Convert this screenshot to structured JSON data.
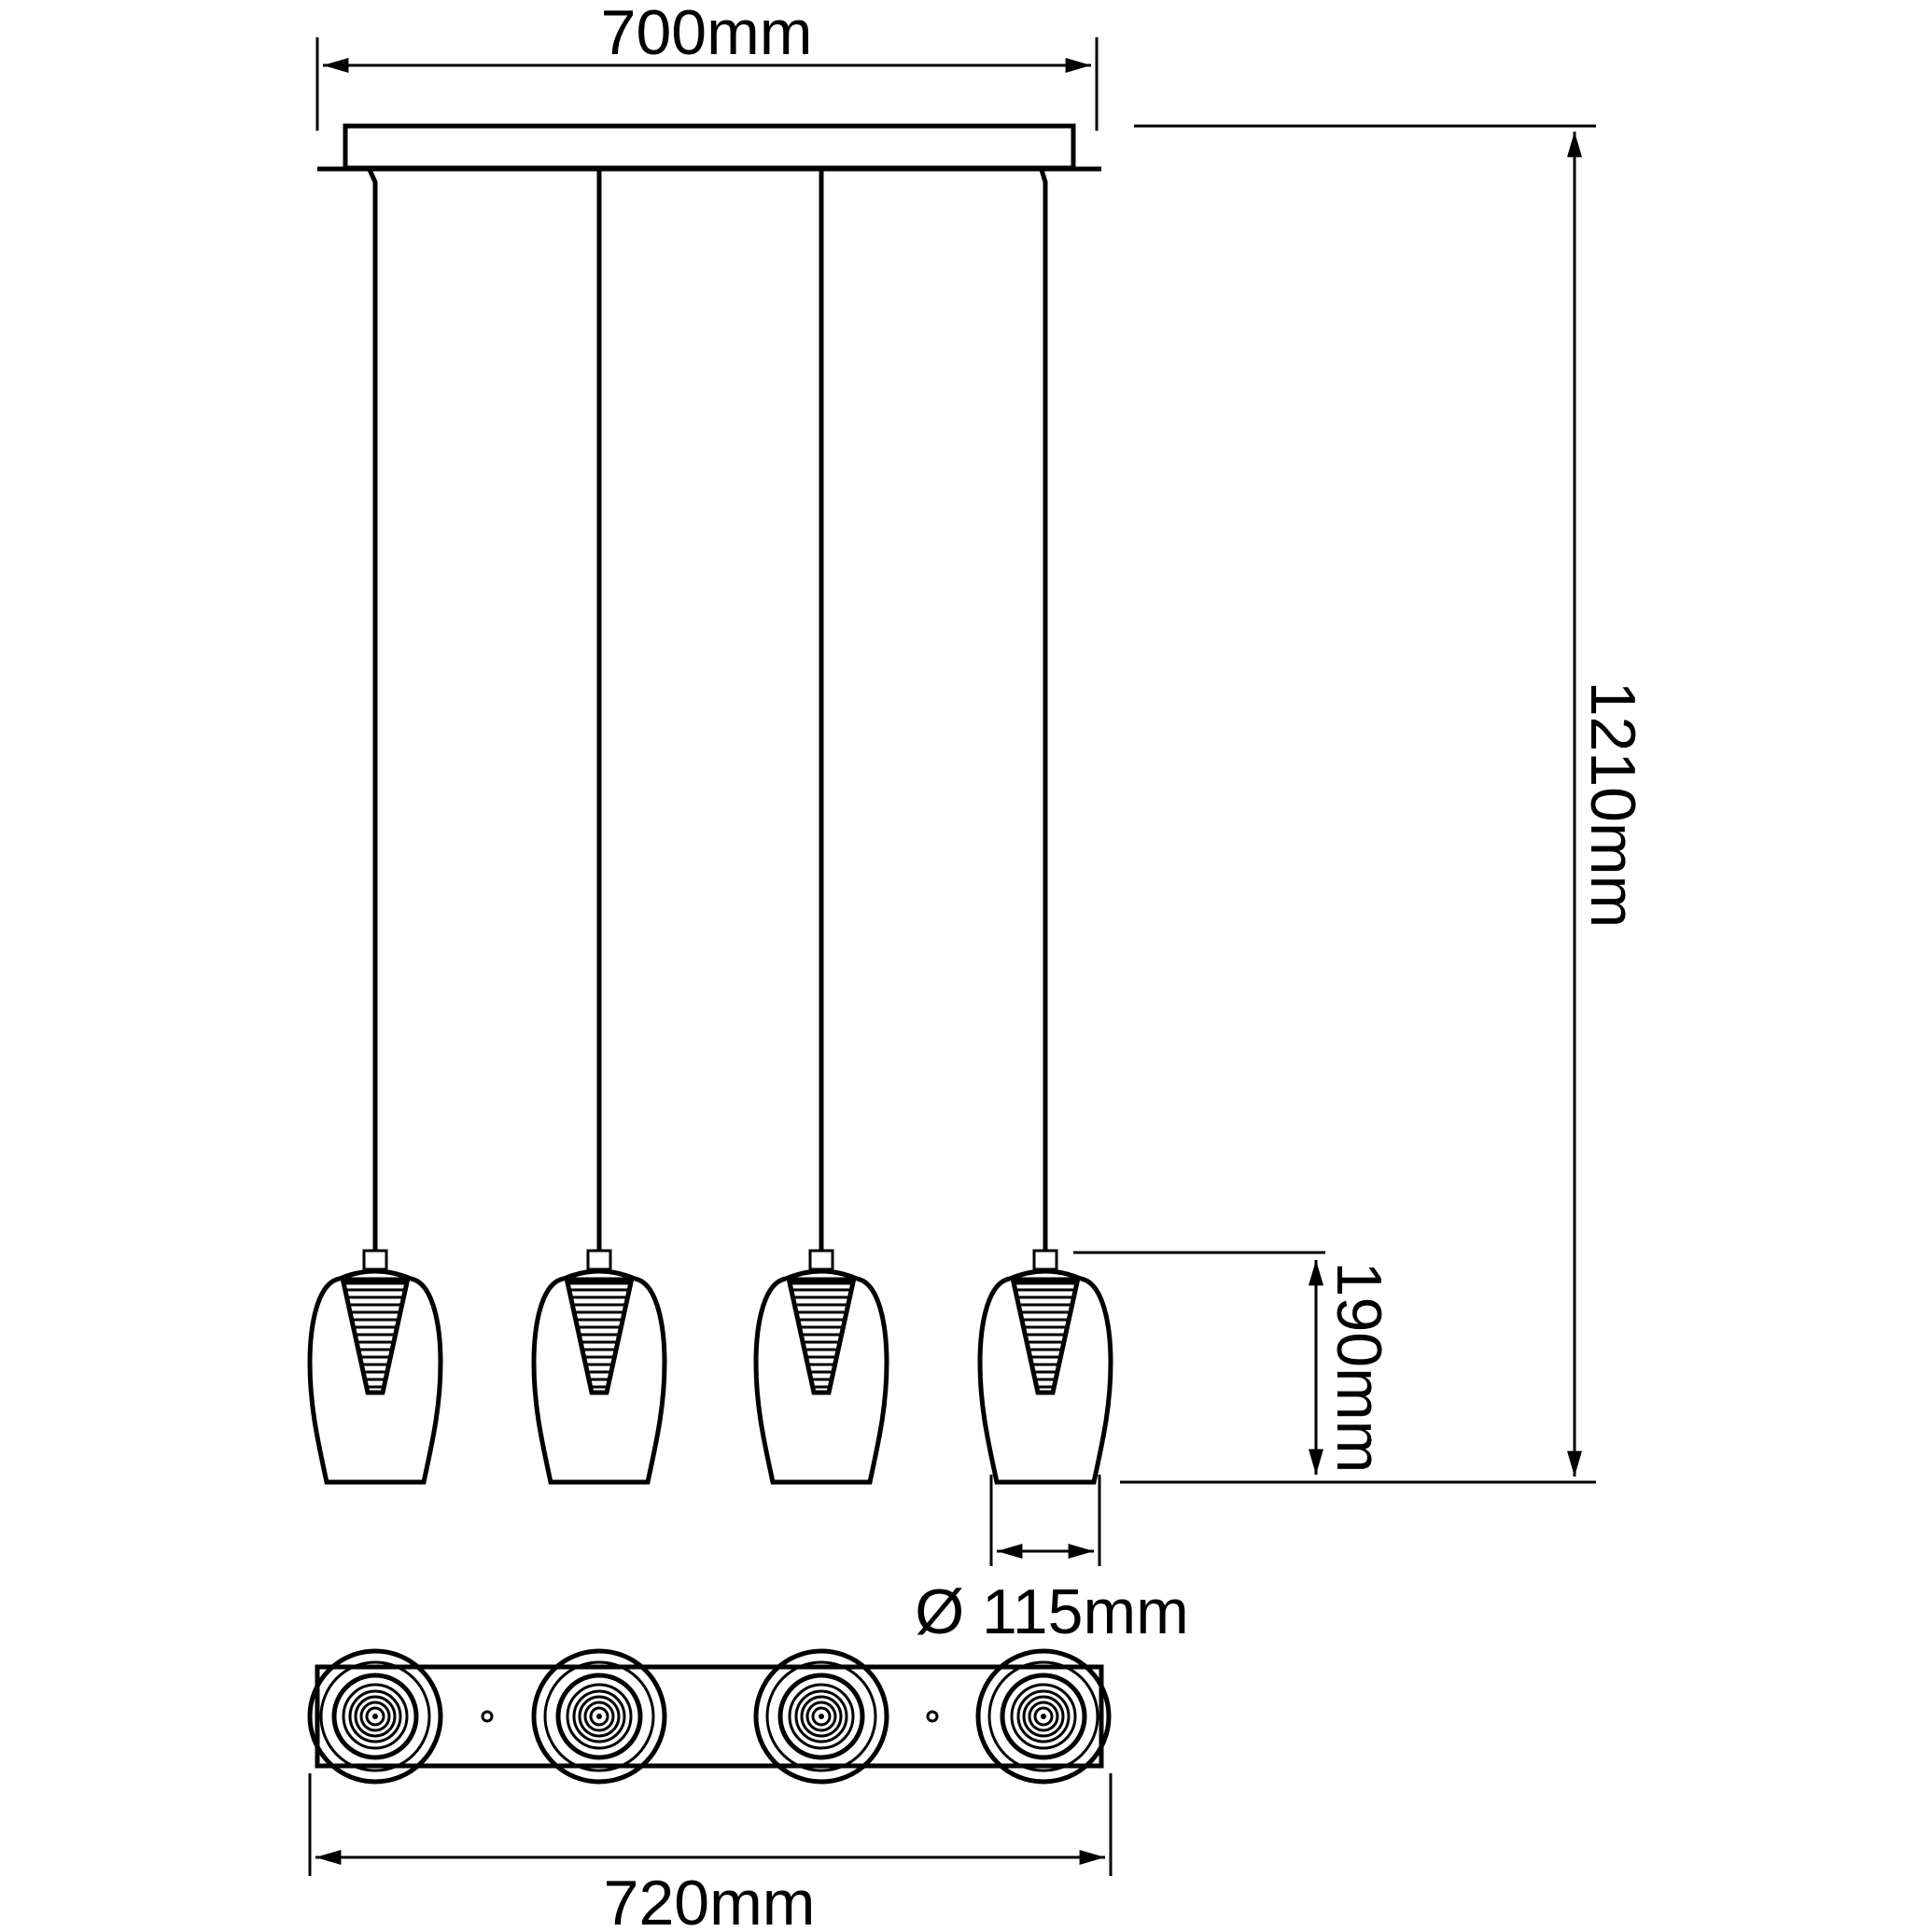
{
  "dimensions": {
    "top_width": "700mm",
    "total_height": "1210mm",
    "shade_height": "190mm",
    "shade_diameter": "Ø 115mm",
    "bottom_width": "720mm"
  },
  "pendant_count": 4
}
